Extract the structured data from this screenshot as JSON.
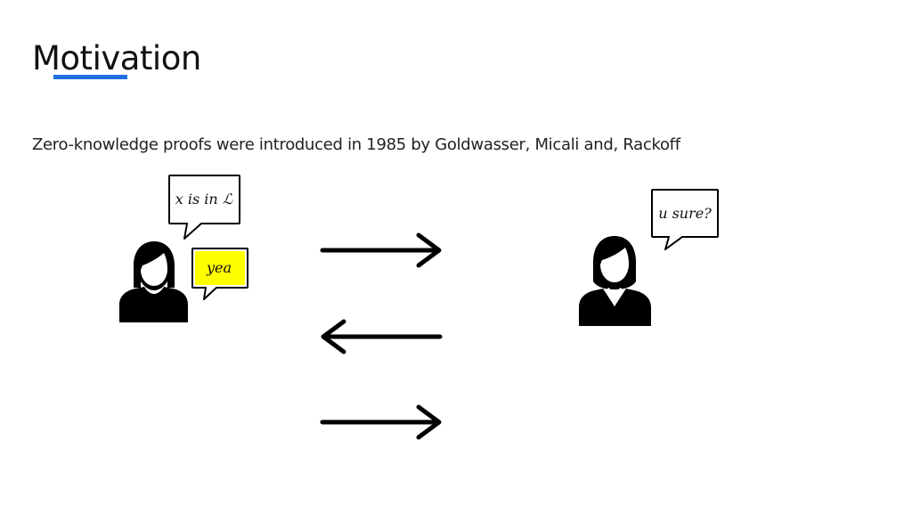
{
  "slide": {
    "title": "Motivation",
    "subtitle": "Zero-knowledge proofs were introduced in 1985 by Goldwasser, Micali and, Rackoff"
  },
  "prover": {
    "bubble_claim": "x is in ℒ",
    "bubble_answer": "yea",
    "answer_highlight_color": "#ffff00",
    "icon": "woman-user-icon"
  },
  "verifier": {
    "bubble_question": "u sure?",
    "icon": "woman-user-icon"
  },
  "messages": [
    {
      "direction": "right"
    },
    {
      "direction": "left"
    },
    {
      "direction": "right"
    }
  ],
  "colors": {
    "accent": "#1f6fe0",
    "icon": "#000000"
  }
}
